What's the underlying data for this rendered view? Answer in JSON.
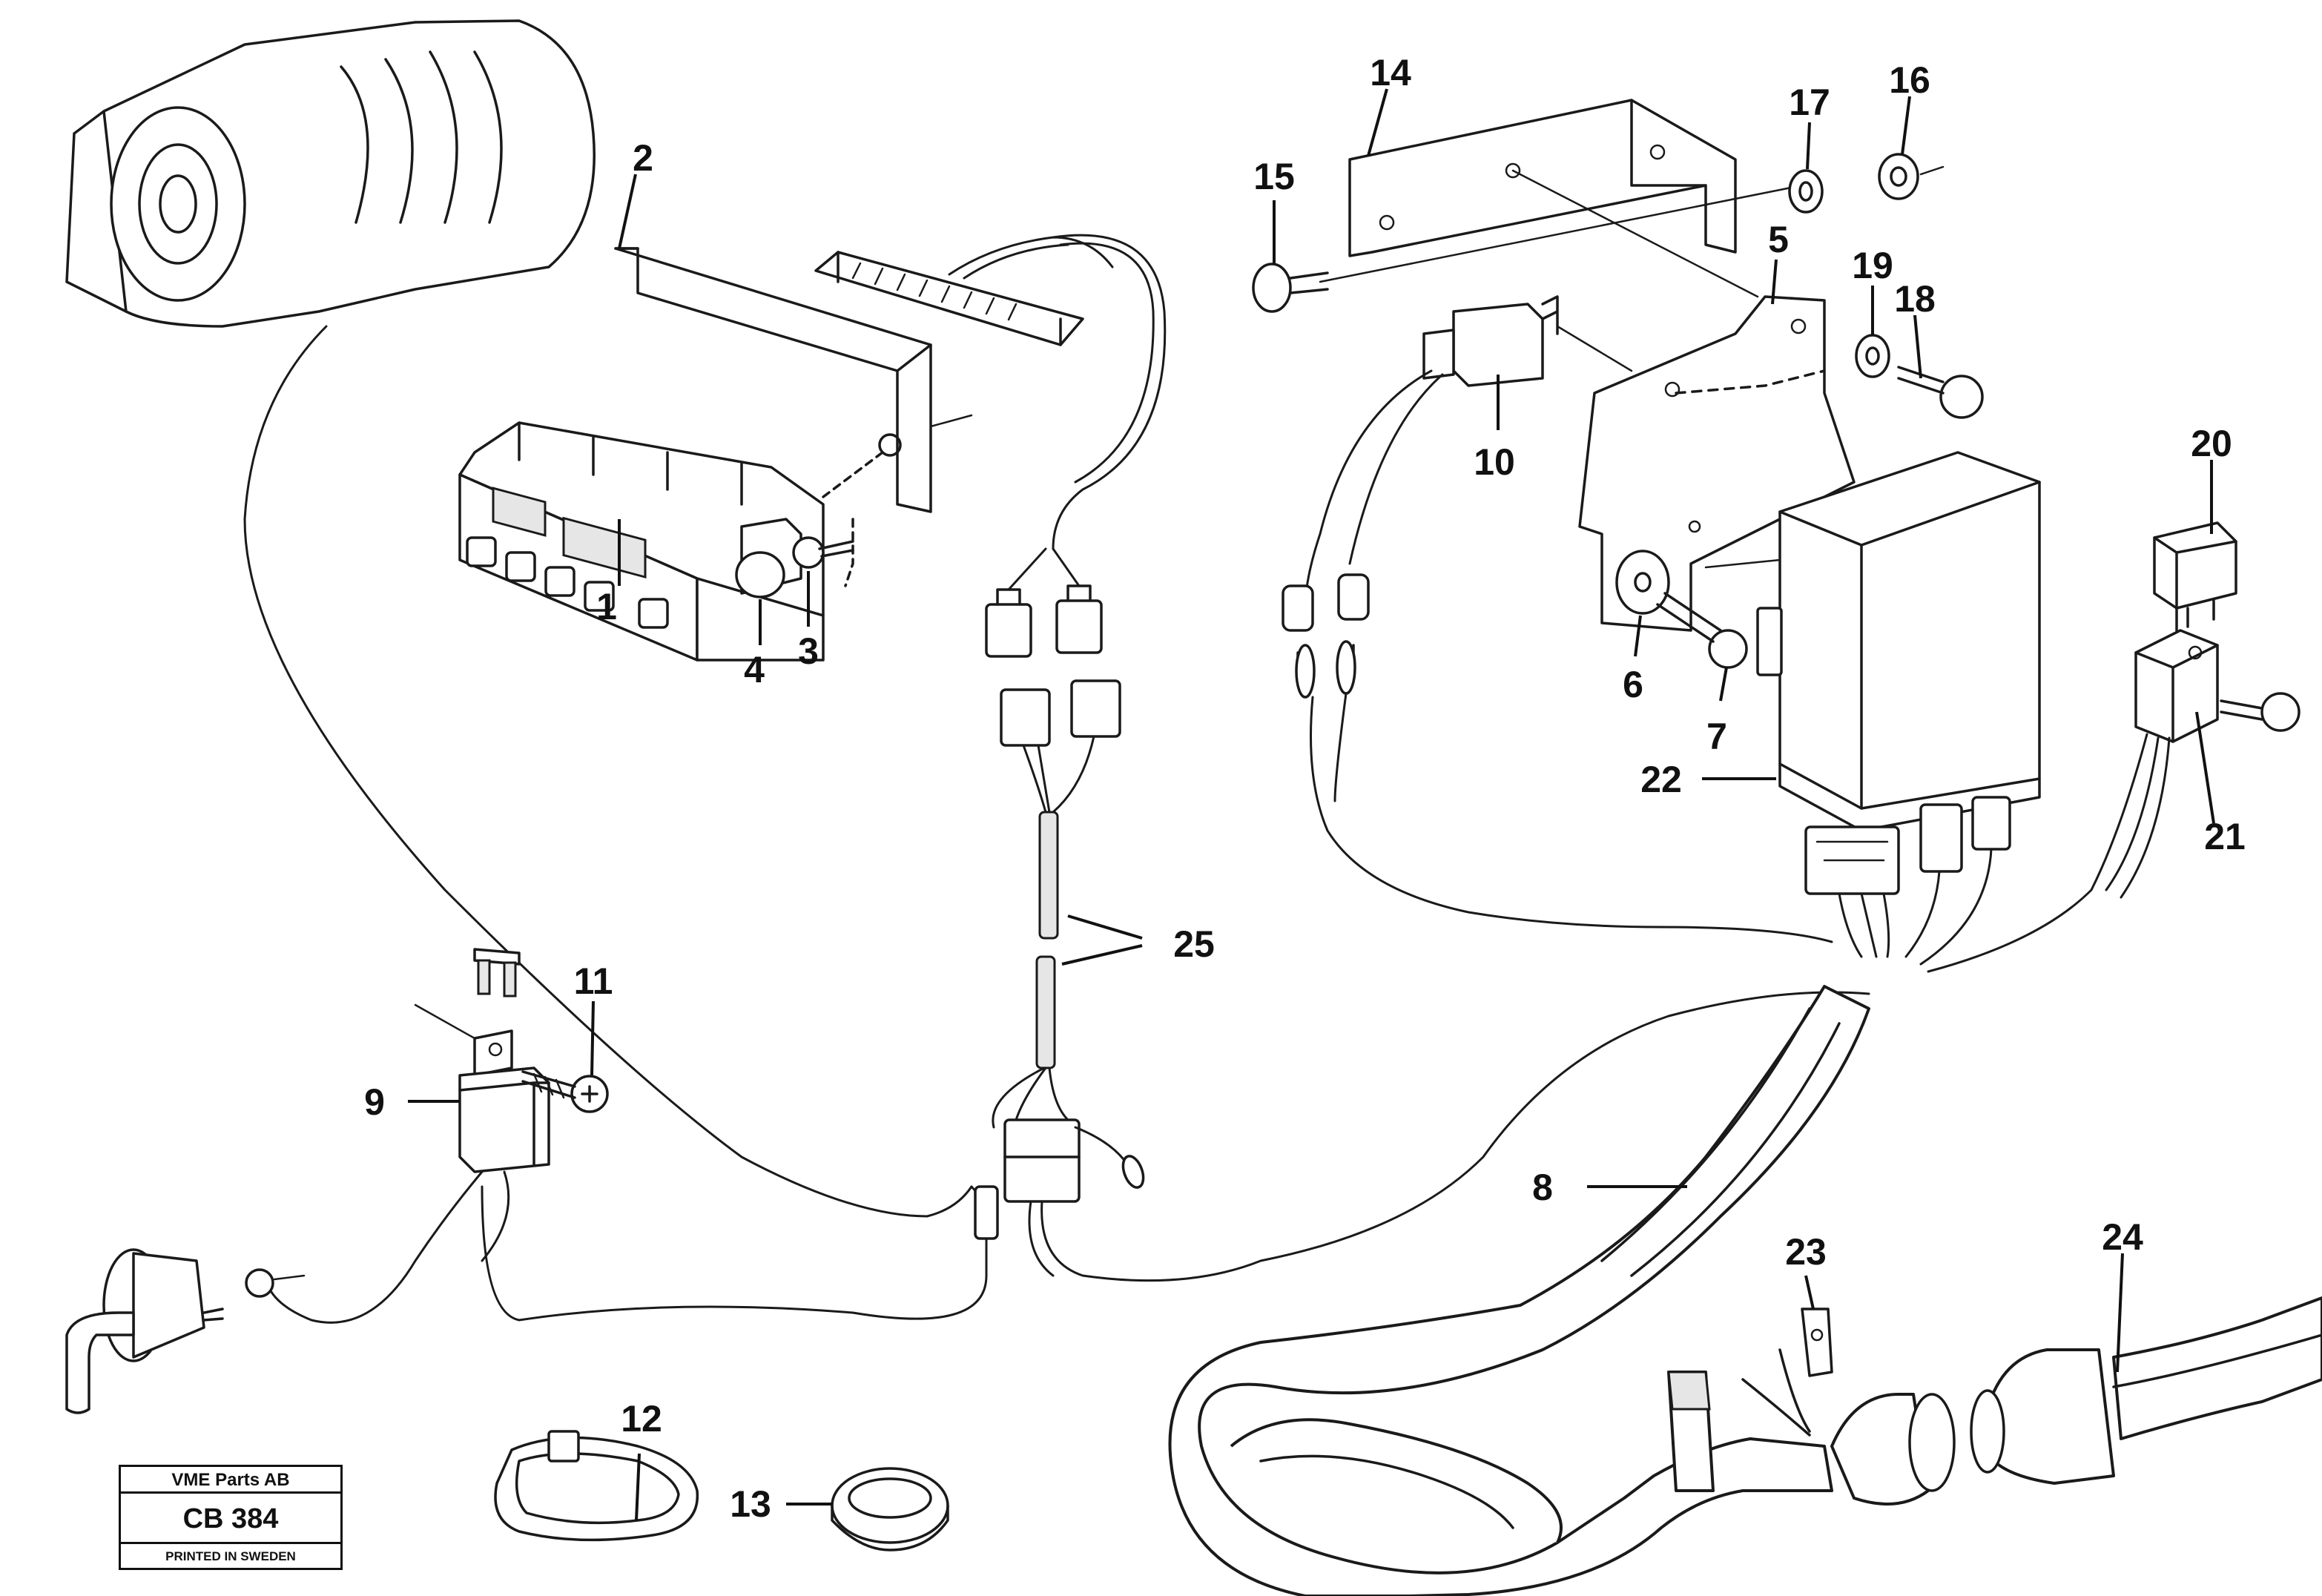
{
  "diagram": {
    "callouts": [
      "1",
      "2",
      "3",
      "4",
      "5",
      "6",
      "7",
      "8",
      "9",
      "10",
      "11",
      "12",
      "13",
      "14",
      "15",
      "16",
      "17",
      "18",
      "19",
      "20",
      "21",
      "22",
      "23",
      "24",
      "25"
    ]
  },
  "stamp": {
    "company": "VME Parts AB",
    "code": "CB 384",
    "printed": "PRINTED IN SWEDEN"
  },
  "icons": {
    "steering_column": "steering-column-icon",
    "control_panel": "control-panel-icon",
    "relay": "relay-icon",
    "control_unit": "control-unit-icon",
    "wiring_harness": "wiring-harness-icon"
  }
}
